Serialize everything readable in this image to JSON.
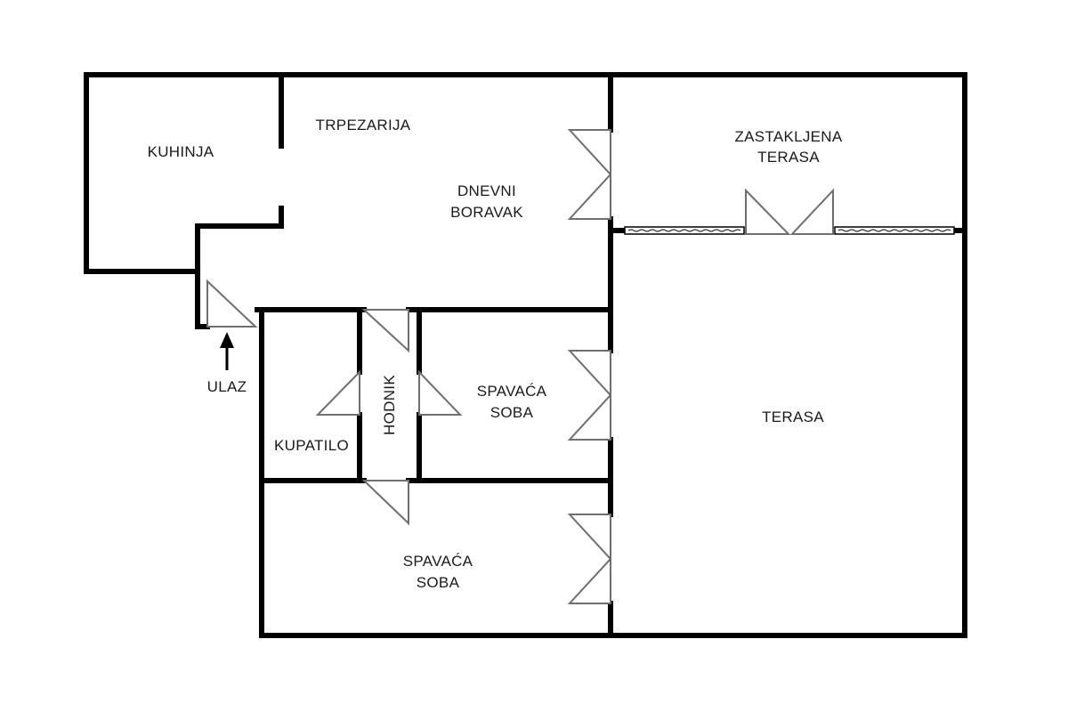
{
  "labels": {
    "kitchen": "KUHINJA",
    "dining": "TRPEZARIJA",
    "living_1": "DNEVNI",
    "living_2": "BORAVAK",
    "glazed_terrace_1": "ZASTAKLJENA",
    "glazed_terrace_2": "TERASA",
    "terrace": "TERASA",
    "entrance": "ULAZ",
    "bathroom": "KUPATILO",
    "hallway": "HODNIK",
    "bedroom_1a": "SPAVAĆA",
    "bedroom_1b": "SOBA",
    "bedroom_2a": "SPAVAĆA",
    "bedroom_2b": "SOBA"
  },
  "colors": {
    "wall": "#000000",
    "door": "#6e6e6e",
    "text": "#1a1a1a",
    "background": "#ffffff"
  },
  "icons": {
    "entrance_arrow": "arrow-up-icon"
  }
}
